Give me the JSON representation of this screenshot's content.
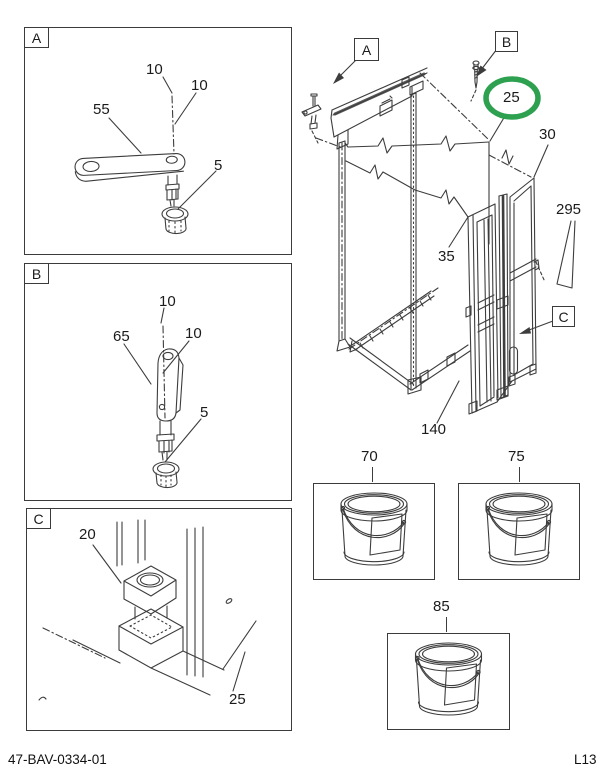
{
  "page": {
    "footer_left": "47-BAV-0334-01",
    "footer_right": "L13"
  },
  "colors": {
    "line": "#3d3d3d",
    "text": "#1b1b1b",
    "highlight_green": "#2da14f"
  },
  "detail_a": {
    "box_label": "A",
    "c10a": "10",
    "c10b": "10",
    "c55": "55",
    "c5": "5"
  },
  "detail_b": {
    "box_label": "B",
    "c10a": "10",
    "c65": "65",
    "c10b": "10",
    "c5": "5"
  },
  "detail_c": {
    "box_label": "C",
    "c20": "20",
    "c25": "25"
  },
  "main_assembly": {
    "ref_a": "A",
    "ref_b": "B",
    "ref_c": "C",
    "c25_highlighted": "25",
    "c30": "30",
    "c295": "295",
    "c35": "35",
    "c140": "140"
  },
  "cans": {
    "c70": "70",
    "c75": "75",
    "c85": "85"
  }
}
